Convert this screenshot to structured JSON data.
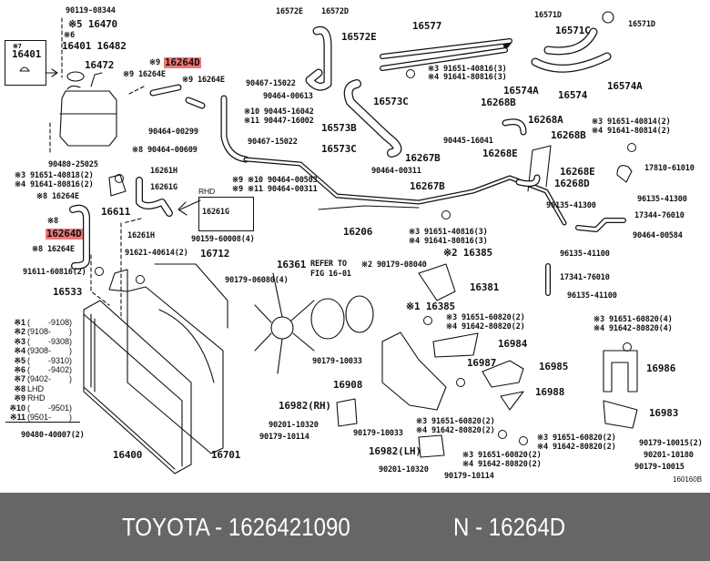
{
  "footer": {
    "brand_part": "TOYOTA - 1626421090",
    "ref": "N - 16264D"
  },
  "diagram_code": "160160B",
  "highlight_color": "#f07676",
  "box_labels": {
    "cap_box_note": "※7",
    "cap_box_part": "16401",
    "rhd_title": "RHD",
    "rhd_part": "16261G"
  },
  "labels": [
    "90119-08344",
    "※5 16470",
    "※6",
    "16401 16482",
    "16472",
    "※9",
    "16264D",
    "※9 16264E",
    "※9 16264E",
    "90467-15022",
    "90464-00613",
    "※10 90445-16042",
    "※11 90447-16002",
    "90464-00299",
    "90467-15022",
    "※8 90464-00609",
    "90480-25025",
    "16261H",
    "※3 91651-40818(2)",
    "※4 91641-80816(2)",
    "※9 ※10 90464-00503",
    "※9 ※11 90464-00311",
    "16261G",
    "※8 16264E",
    "16611",
    "※8",
    "16264D",
    "16261H",
    "90159-60008(4)",
    "※8 16264E",
    "91611-60816(2)",
    "91621-40614(2)",
    "16712",
    "90179-06080(4)",
    "16572E",
    "16572D",
    "16572E",
    "16577",
    "16571D",
    "16571D",
    "16571C",
    "※3 91651-40816(3)",
    "※4 91641-80816(3)",
    "16574A",
    "16574",
    "16574A",
    "16573C",
    "16268B",
    "16268A",
    "16573B",
    "※3 91651-40814(2)",
    "※4 91641-80814(2)",
    "16268B",
    "16573C",
    "90445-16041",
    "16268E",
    "16267B",
    "90464-00311",
    "16268E",
    "17810-61010",
    "16267B",
    "16268D",
    "96135-41300",
    "96135-41300",
    "17344-76010",
    "16206",
    "※3 91651-40816(3)",
    "※4 91641-80816(3)",
    "90464-00584",
    "※2 16385",
    "96135-41100",
    "※2 90179-08040",
    "16361",
    "REFER TO",
    "FIG 16-01",
    "17341-76010",
    "16381",
    "96135-41100",
    "16533",
    "90480-40007(2)",
    "16400",
    "16701",
    "90179-10033",
    "16908",
    "16982(RH)",
    "90201-10320",
    "90179-10114",
    "※1 16385",
    "※3 91651-60820(2)",
    "※4 91642-80820(2)",
    "16984",
    "※3 91651-60820(4)",
    "※4 91642-80820(4)",
    "16987",
    "16985",
    "16986",
    "16988",
    "16983",
    "※3 91651-60820(2)",
    "※4 91642-80820(2)",
    "90179-10033",
    "※3 91651-60820(2)",
    "※4 91642-80820(2)",
    "16982(LH)",
    "90179-10015(2)",
    "90201-10180",
    "※3 91651-60820(2)",
    "※4 91642-80820(2)",
    "90179-10015",
    "90201-10320",
    "90179-10114"
  ],
  "legend": [
    {
      "key": "※1",
      "value": "(        -9108)"
    },
    {
      "key": "※2",
      "value": "(9108-        )"
    },
    {
      "key": "※3",
      "value": "(        -9308)"
    },
    {
      "key": "※4",
      "value": "(9308-        )"
    },
    {
      "key": "※5",
      "value": "(        -9310)"
    },
    {
      "key": "※6",
      "value": "(        -9402)"
    },
    {
      "key": "※7",
      "value": "(9402-        )"
    },
    {
      "key": "※8",
      "value": "LHD"
    },
    {
      "key": "※9",
      "value": "RHD"
    },
    {
      "key": "※10",
      "value": "(        -9501)"
    },
    {
      "key": "※11",
      "value": "(9501-        )"
    }
  ]
}
